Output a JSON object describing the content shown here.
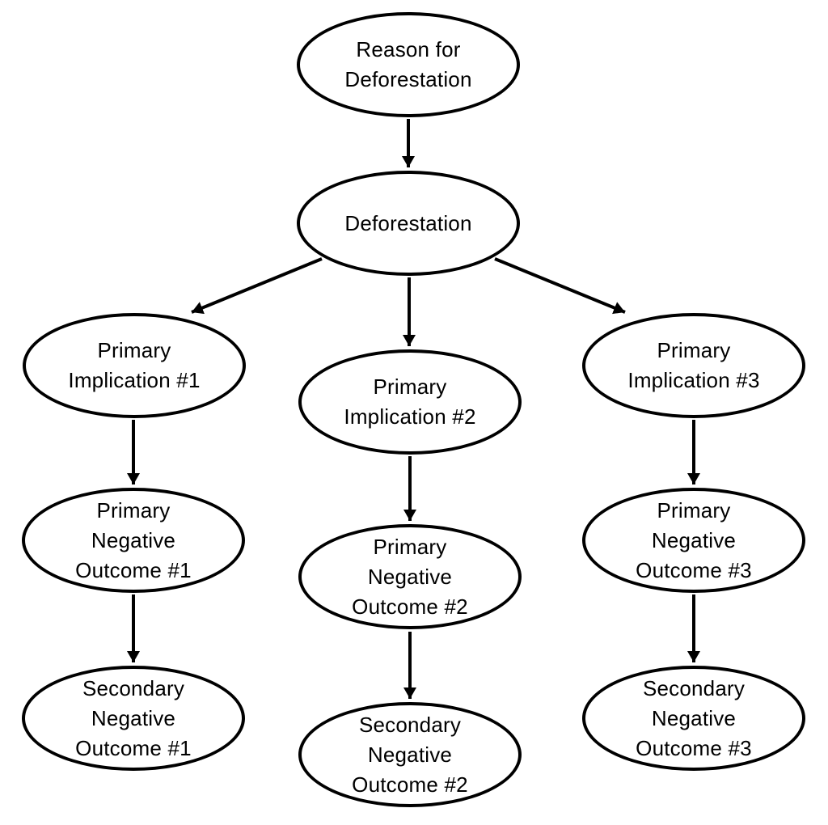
{
  "diagram": {
    "colors": {
      "stroke": "#000000",
      "text": "#000000",
      "background": "#ffffff"
    },
    "nodes": [
      {
        "id": "reason",
        "label": "Reason for\nDeforestation"
      },
      {
        "id": "deforestation",
        "label": "Deforestation"
      },
      {
        "id": "pi1",
        "label": "Primary\nImplication #1"
      },
      {
        "id": "pi2",
        "label": "Primary\nImplication #2"
      },
      {
        "id": "pi3",
        "label": "Primary\nImplication #3"
      },
      {
        "id": "pno1",
        "label": "Primary\nNegative\nOutcome #1"
      },
      {
        "id": "pno2",
        "label": "Primary\nNegative\nOutcome #2"
      },
      {
        "id": "pno3",
        "label": "Primary\nNegative\nOutcome #3"
      },
      {
        "id": "sno1",
        "label": "Secondary\nNegative\nOutcome #1"
      },
      {
        "id": "sno2",
        "label": "Secondary\nNegative\nOutcome #2"
      },
      {
        "id": "sno3",
        "label": "Secondary\nNegative\nOutcome #3"
      }
    ],
    "edges": [
      {
        "from": "reason",
        "to": "deforestation"
      },
      {
        "from": "deforestation",
        "to": "pi1"
      },
      {
        "from": "deforestation",
        "to": "pi2"
      },
      {
        "from": "deforestation",
        "to": "pi3"
      },
      {
        "from": "pi1",
        "to": "pno1"
      },
      {
        "from": "pi2",
        "to": "pno2"
      },
      {
        "from": "pi3",
        "to": "pno3"
      },
      {
        "from": "pno1",
        "to": "sno1"
      },
      {
        "from": "pno2",
        "to": "sno2"
      },
      {
        "from": "pno3",
        "to": "sno3"
      }
    ]
  }
}
